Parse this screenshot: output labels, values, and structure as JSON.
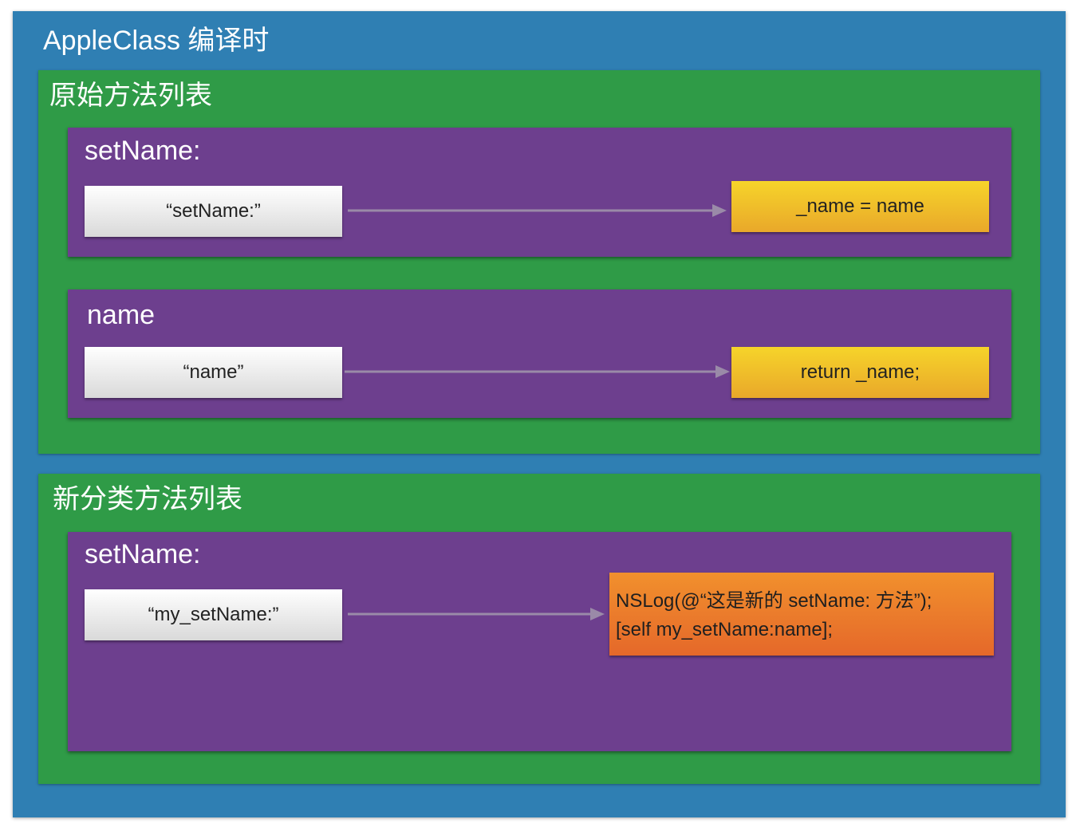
{
  "title": "AppleClass 编译时",
  "sections": [
    {
      "title": "原始方法列表",
      "methods": [
        {
          "name": "setName:",
          "selector": "“setName:”",
          "imp": "_name = name"
        },
        {
          "name": "name",
          "selector": "“name”",
          "imp": "return _name;"
        }
      ]
    },
    {
      "title": "新分类方法列表",
      "methods": [
        {
          "name": "setName:",
          "selector": "“my_setName:”",
          "imp_lines": [
            "NSLog(@“这是新的 setName: 方法”);",
            "[self my_setName:name];"
          ]
        }
      ]
    }
  ],
  "colors": {
    "outer": "#2f7fb3",
    "section": "#2f9b47",
    "method": "#6d3f8e",
    "selector": "#f0f0f0",
    "imp_yellow": "#f0c42a",
    "imp_orange": "#ec7c2c",
    "arrow": "#9a8aa8"
  }
}
